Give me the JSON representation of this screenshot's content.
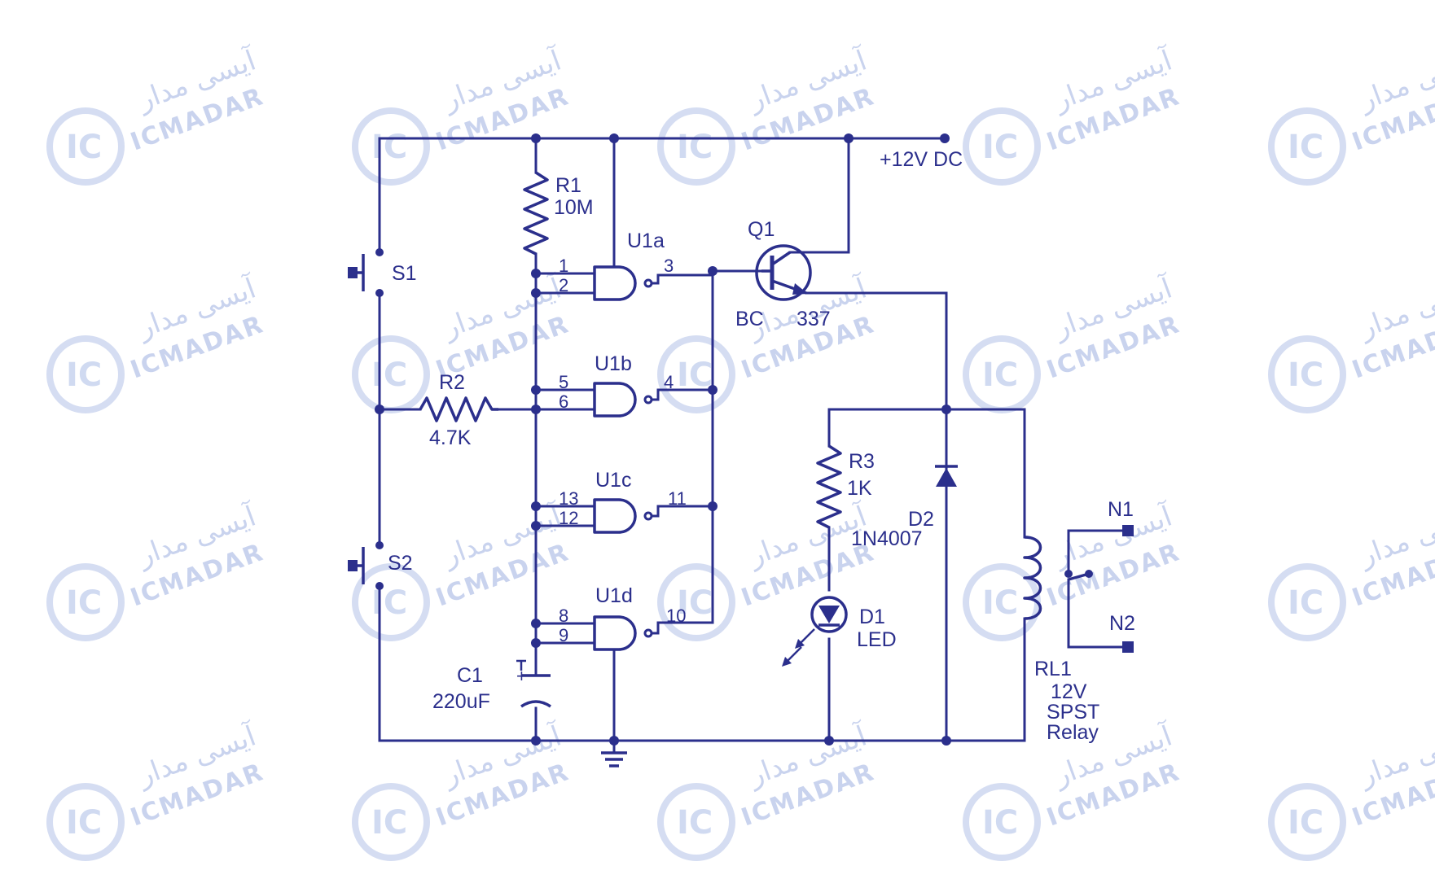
{
  "watermark": {
    "persian": "آیسی مدار",
    "latin": "ICMADAR",
    "logo": "IC"
  },
  "supply": {
    "label": "+12V DC"
  },
  "components": {
    "s1": "S1",
    "s2": "S2",
    "r1": {
      "name": "R1",
      "value": "10M"
    },
    "r2": {
      "name": "R2",
      "value": "4.7K"
    },
    "r3": {
      "name": "R3",
      "value": "1K"
    },
    "c1": {
      "name": "C1",
      "value": "220uF",
      "polarity": "+"
    },
    "q1": {
      "name": "Q1",
      "part_a": "BC",
      "part_b": "337"
    },
    "u1a": "U1a",
    "u1b": "U1b",
    "u1c": "U1c",
    "u1d": "U1d",
    "d1": {
      "name": "D1",
      "value": "LED"
    },
    "d2": {
      "name": "D2",
      "value": "1N4007"
    },
    "rl1": {
      "name": "RL1",
      "line1": "12V",
      "line2": "SPST",
      "line3": "Relay"
    },
    "n1": "N1",
    "n2": "N2"
  },
  "pins": {
    "p1": "1",
    "p2": "2",
    "p3": "3",
    "p4": "4",
    "p5": "5",
    "p6": "6",
    "p8": "8",
    "p9": "9",
    "p10": "10",
    "p11": "11",
    "p12": "12",
    "p13": "13"
  },
  "colors": {
    "ink": "#2b2f8c",
    "watermark": "#c9d3ee"
  }
}
